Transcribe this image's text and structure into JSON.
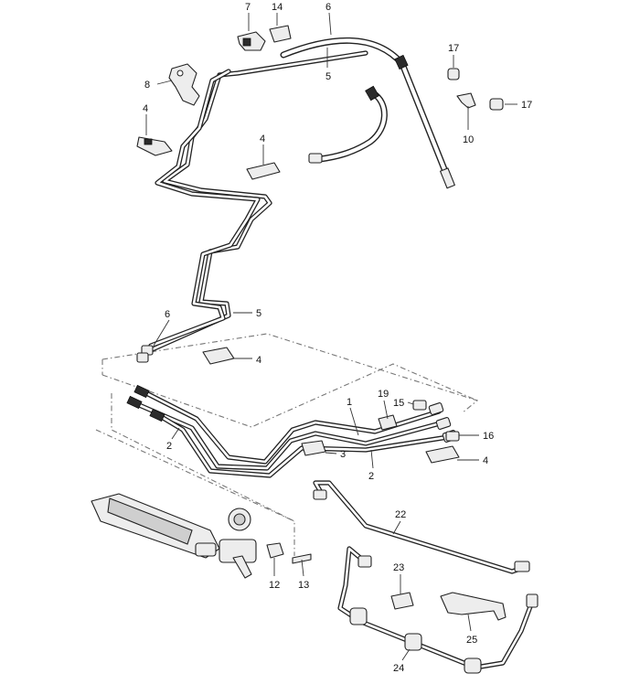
{
  "callouts": [
    {
      "id": "c7",
      "text": "7"
    },
    {
      "id": "c14",
      "text": "14"
    },
    {
      "id": "c6-top",
      "text": "6"
    },
    {
      "id": "c5-top",
      "text": "5"
    },
    {
      "id": "c8",
      "text": "8"
    },
    {
      "id": "c17-a",
      "text": "17"
    },
    {
      "id": "c17-b",
      "text": "17"
    },
    {
      "id": "c10",
      "text": "10"
    },
    {
      "id": "c4-a",
      "text": "4"
    },
    {
      "id": "c4-b",
      "text": "4"
    },
    {
      "id": "c6-mid",
      "text": "6"
    },
    {
      "id": "c5-mid",
      "text": "5"
    },
    {
      "id": "c4-c",
      "text": "4"
    },
    {
      "id": "c1",
      "text": "1"
    },
    {
      "id": "c19",
      "text": "19"
    },
    {
      "id": "c15",
      "text": "15"
    },
    {
      "id": "c16",
      "text": "16"
    },
    {
      "id": "c2-a",
      "text": "2"
    },
    {
      "id": "c3",
      "text": "3"
    },
    {
      "id": "c2-b",
      "text": "2"
    },
    {
      "id": "c4-d",
      "text": "4"
    },
    {
      "id": "c22",
      "text": "22"
    },
    {
      "id": "c23",
      "text": "23"
    },
    {
      "id": "c12",
      "text": "12"
    },
    {
      "id": "c13",
      "text": "13"
    },
    {
      "id": "c25",
      "text": "25"
    },
    {
      "id": "c24",
      "text": "24"
    }
  ]
}
